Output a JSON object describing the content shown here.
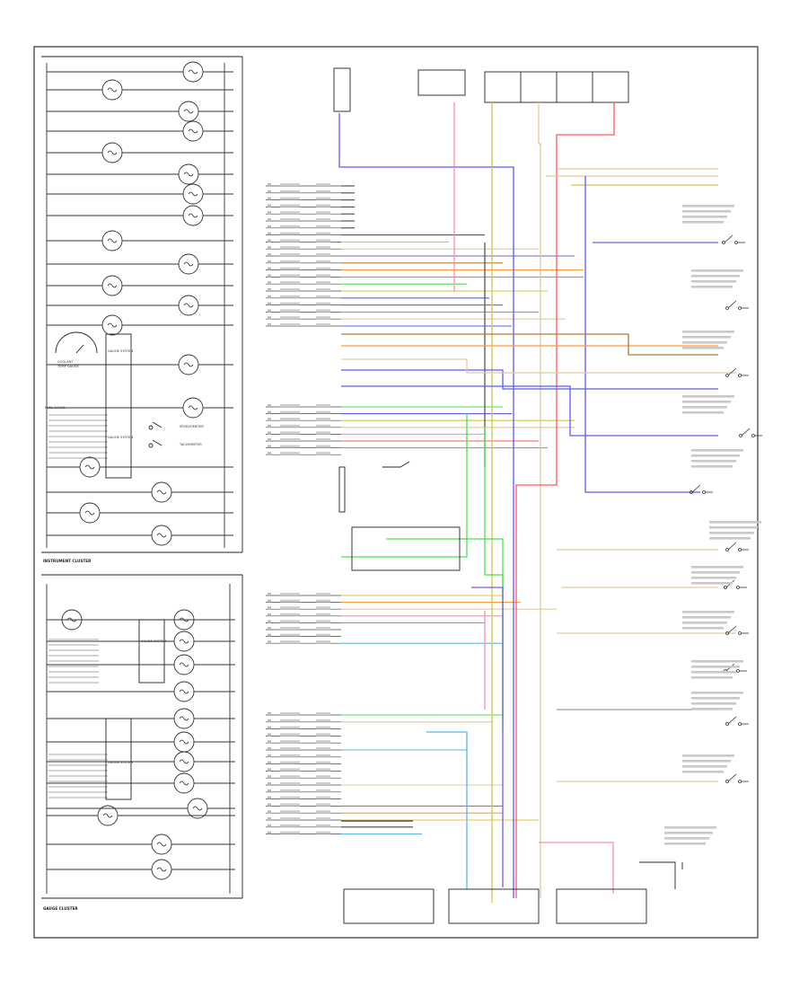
{
  "colors": {
    "red": "#ff5a5a",
    "yellow": "#d7c44a",
    "green": "#4ee04e",
    "blue": "#5b5bf0",
    "purple": "#7a5fd0",
    "pink": "#ff8fb0",
    "orange": "#ff9a3a",
    "brown": "#b07a3a",
    "tan": "#e0c9a0",
    "gray": "#9a9a9a",
    "lightblue": "#5ab4e8",
    "darkgray": "#555555"
  },
  "labels": {
    "instrument_cluster": "INSTRUMENT CLUSTER",
    "gauge_cluster": "GAUGE CLUSTER",
    "speedometer": "SPEEDOMETER",
    "tachometer": "TACHOMETER",
    "fuel_gauge": "FUEL GAUGE",
    "coolant_temp_gauge": "COOLANT TEMP GAUGE",
    "gauge_system_1": "GAUGE SYSTEM",
    "gauge_system_2": "GAUGE SYSTEM",
    "gauge_system_3": "GAUGE SYSTEM",
    "gauge_system_4": "GAUGE SYSTEM"
  }
}
